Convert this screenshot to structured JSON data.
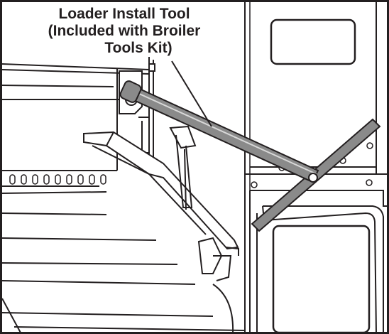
{
  "callout": {
    "lines": [
      "Loader Install Tool",
      "(Included with Broiler",
      "Tools Kit)"
    ]
  },
  "colors": {
    "ink": "#231f20",
    "tool": "#8a8a8a",
    "shadow": "#d8d8d8"
  }
}
